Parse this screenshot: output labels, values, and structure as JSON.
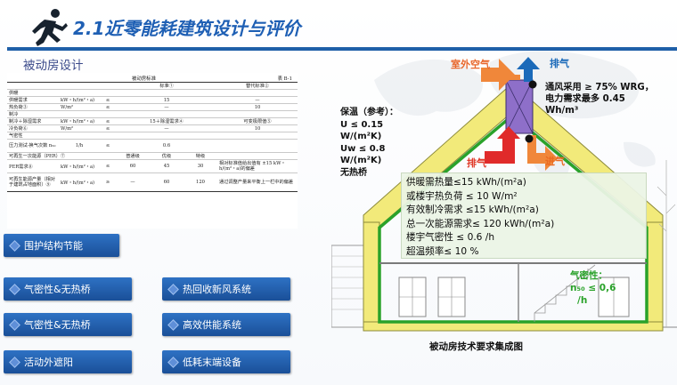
{
  "header": {
    "title": "2.1近零能耗建筑设计与评价",
    "subtitle": "被动房设计"
  },
  "standard_table": {
    "title": "被动房标准",
    "table_no": "表 B-1",
    "col_standard": "标准①",
    "col_alt": "替代标准②",
    "heating_group": "供暖",
    "heating_demand": "供暖需求",
    "heat_load": "热负荷③",
    "unit_kwh": "kW・h/(m²・a)",
    "unit_wm2": "W/m²",
    "le": "≤",
    "ge": "≥",
    "dash": "—",
    "val_15": "15",
    "val_10": "10",
    "cooling_group": "制冷",
    "cooling_demand": "制冷＋除湿需求",
    "cooling_std": "15＋除湿需求④",
    "cooling_alt": "可变极限值⑤",
    "cooling_load": "冷负荷⑥",
    "airtight_group": "气密性",
    "pressure_test": "压力测试-换气次数 n₅₀",
    "unit_h": "1/h",
    "val_06": "0.6",
    "per_group": "可再生一次能源（PER）⑦",
    "level_normal": "普通级",
    "level_good": "优级",
    "level_special": "特级",
    "per_demand": "PER需求⑧",
    "per_v1": "60",
    "per_v2": "45",
    "per_v3": "30",
    "per_alt": "相对标准值给出值有 ±15 kW・h/(m²・a)的偏差",
    "renew_prod": "可再生能源产量（相对于建筑占地面积）⑨",
    "renew_v2": "60",
    "renew_v3": "120",
    "renew_alt": "通过调整产量来平衡上一栏中的偏差"
  },
  "buttons": [
    {
      "label": "围护结构节能"
    },
    {
      "label": "气密性&无热桥"
    },
    {
      "label": "热回收新风系统"
    },
    {
      "label": "气密性&无热桥"
    },
    {
      "label": "高效供能系统"
    },
    {
      "label": "活动外遮阳"
    },
    {
      "label": "低耗末端设备"
    }
  ],
  "house": {
    "insulation": [
      "保温（参考）：",
      "U ≤ 0.15",
      "W/(m²K)",
      "Uw ≤ 0.8",
      "W/(m²K)",
      "无热桥"
    ],
    "requirements": [
      "供暖需热量≤15 kWh/(m²a)",
      "或楼宇热负荷 ≤ 10 W/m²",
      "有效制冷需求 ≤15 kWh/(m²a)",
      "总一次能源需求≤ 120 kWh/(m²a)",
      "楼宇气密性 ≤ 0.6 /h",
      "超温频率≤  10 %"
    ],
    "wrg": [
      "通风采用  ≥ 75% WRG，",
      "电力需求最多 0.45",
      "Wh/m³"
    ],
    "outdoor_air": "室外空气",
    "exhaust_top": "排气",
    "exhaust_mid": "排气",
    "supply_air": "进气",
    "airtight": [
      "气密性：",
      "n₅₀ ≤ 0,6",
      "/h"
    ],
    "caption": "被动房技术要求集成图"
  },
  "colors": {
    "title_blue": "#1e5fb4",
    "button_blue": "#1a4f98",
    "insulation_yellow": "#f2ea7a",
    "airtight_green": "#2aa22a",
    "arrow_orange": "#f0873a",
    "arrow_red": "#e02a2a",
    "arrow_blue": "#1b6ab9"
  }
}
